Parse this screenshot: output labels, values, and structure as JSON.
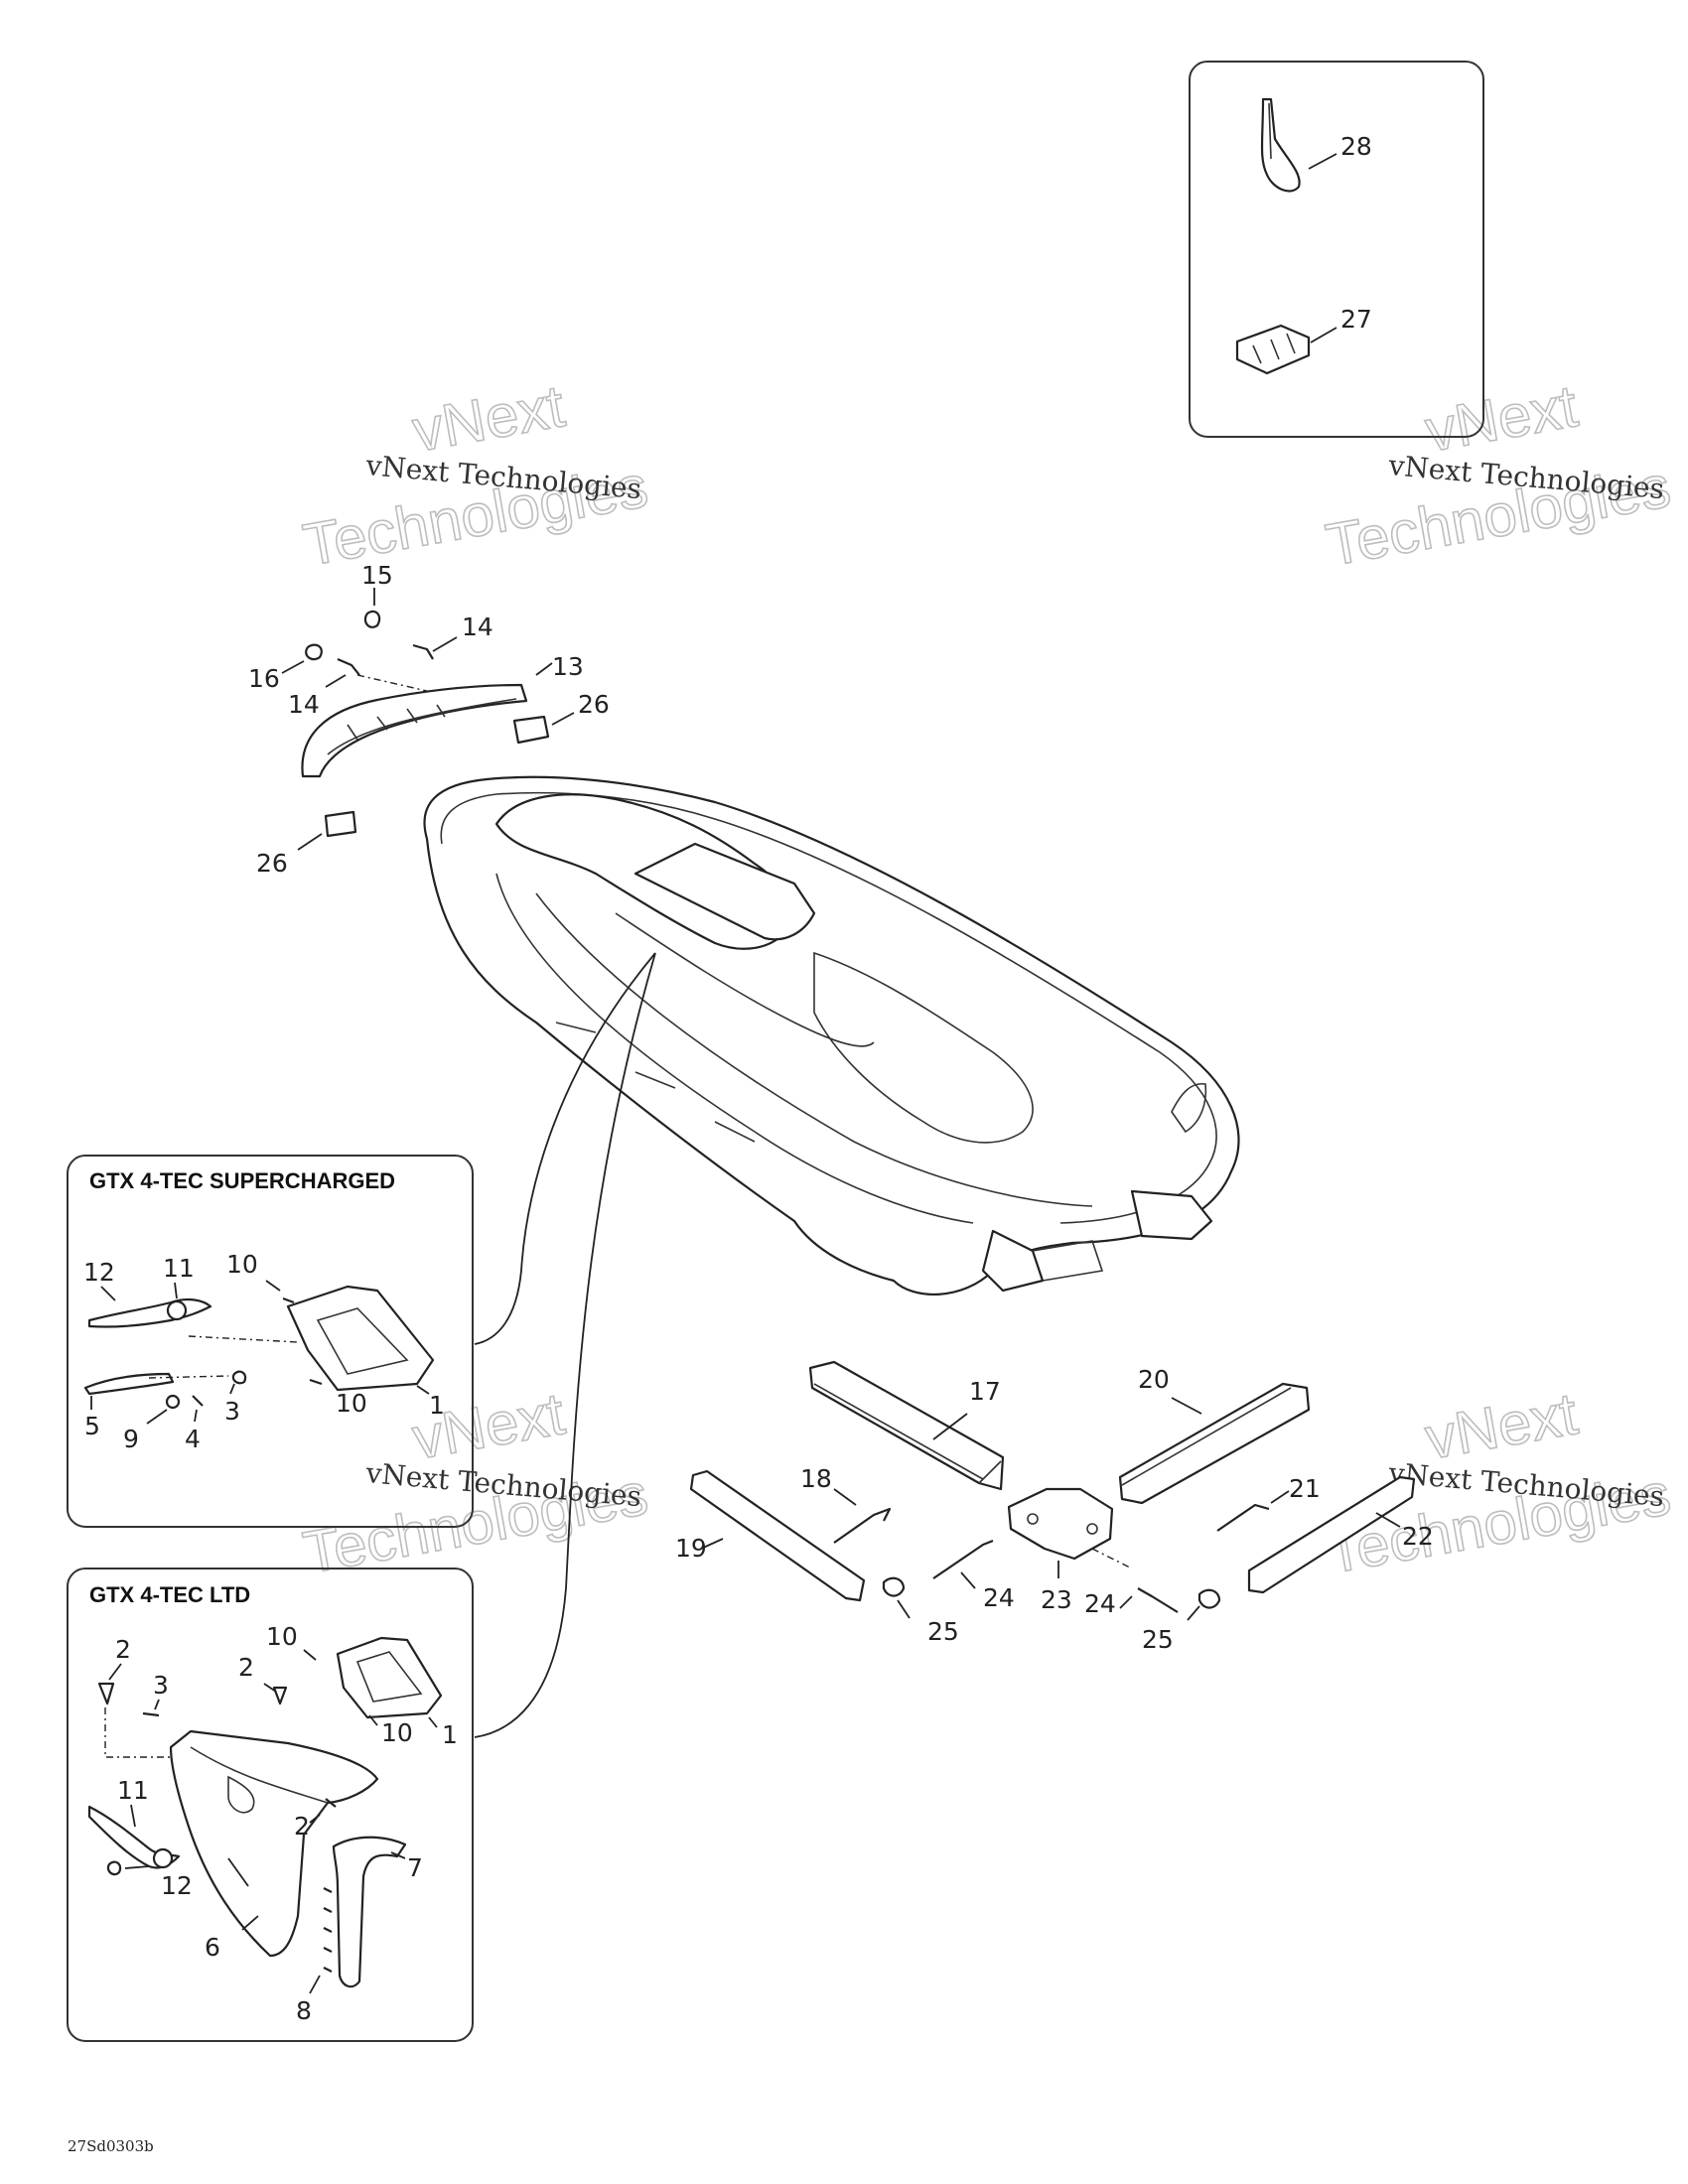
{
  "boxes": {
    "supercharged_title": "GTX 4-TEC SUPERCHARGED",
    "ltd_title": "GTX 4-TEC LTD"
  },
  "watermarks": {
    "line": "vNext Technologies",
    "big_top": "vNext",
    "big_bottom": "Technologies"
  },
  "drawing_code": "27Sd0303b",
  "callouts": {
    "main": [
      "13",
      "14",
      "14",
      "15",
      "16",
      "26",
      "26"
    ],
    "top_box": [
      "27",
      "28"
    ],
    "supercharged": [
      "1",
      "3",
      "4",
      "5",
      "9",
      "10",
      "10",
      "11",
      "12"
    ],
    "ltd": [
      "1",
      "2",
      "2",
      "2",
      "3",
      "6",
      "7",
      "8",
      "10",
      "10",
      "11",
      "12"
    ],
    "rails": [
      "17",
      "18",
      "19",
      "20",
      "21",
      "22",
      "23",
      "24",
      "24",
      "25",
      "25"
    ]
  }
}
